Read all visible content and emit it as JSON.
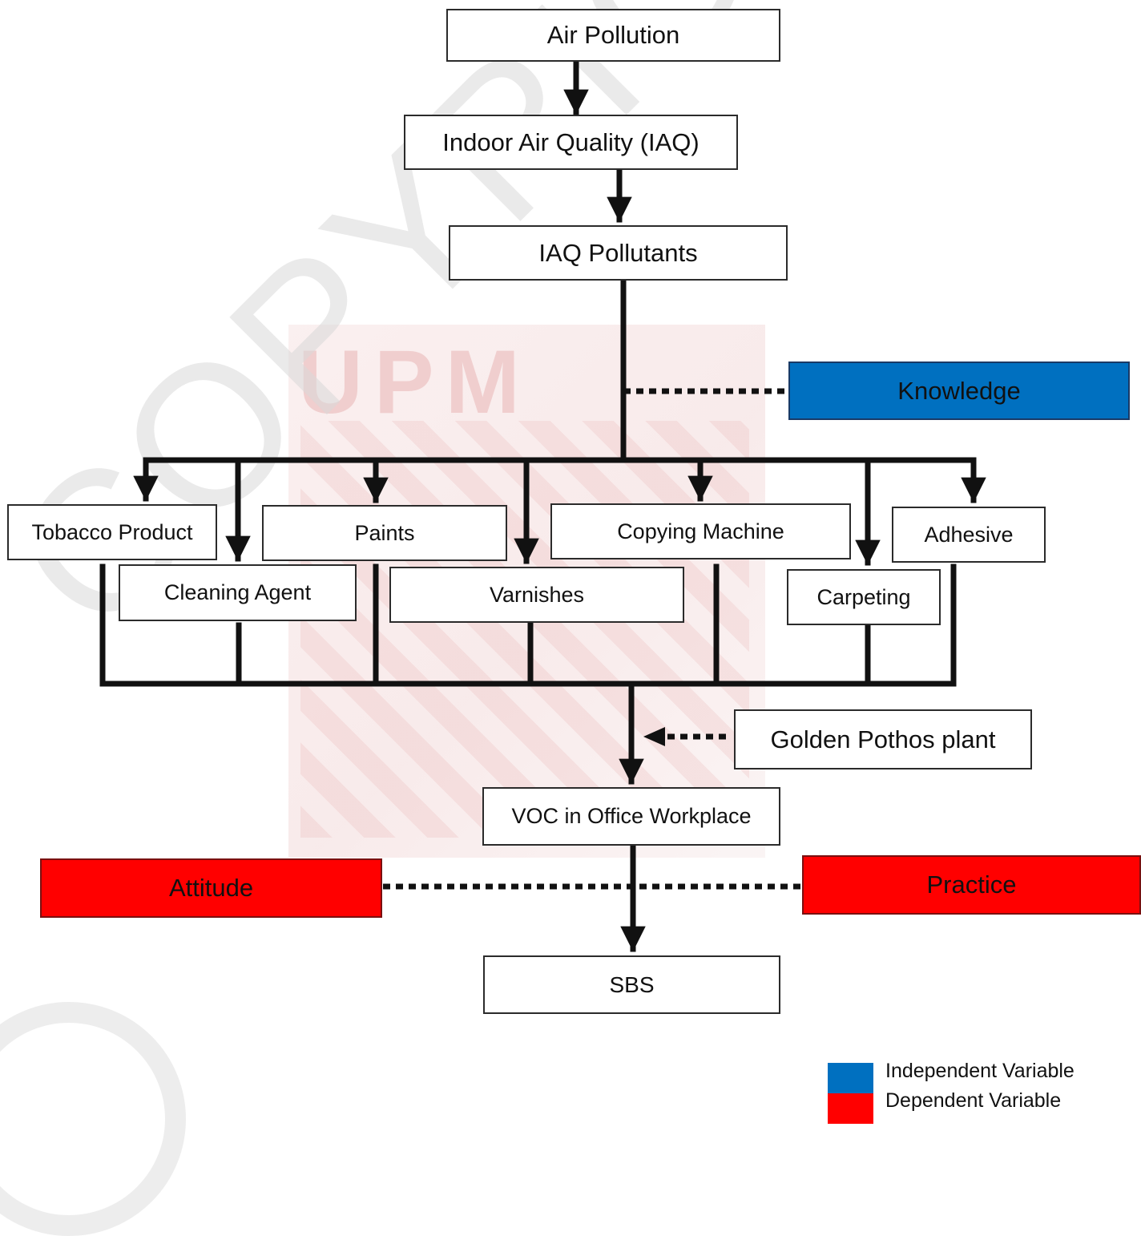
{
  "nodes": {
    "air_pollution": "Air Pollution",
    "iaq": "Indoor Air Quality (IAQ)",
    "iaq_pollutants": "IAQ Pollutants",
    "knowledge": "Knowledge",
    "tobacco_product": "Tobacco Product",
    "cleaning_agent": "Cleaning Agent",
    "paints": "Paints",
    "varnishes": "Varnishes",
    "copying_machine": "Copying Machine",
    "carpeting": "Carpeting",
    "adhesive": "Adhesive",
    "golden_pothos": "Golden Pothos plant",
    "voc": "VOC in Office Workplace",
    "attitude": "Attitude",
    "practice": "Practice",
    "sbs": "SBS"
  },
  "legend": {
    "independent_label": "Independent Variable",
    "dependent_label": "Dependent Variable",
    "independent_color": "#0070c0",
    "dependent_color": "#ff0000"
  },
  "watermark": {
    "logo_text": "UPM",
    "copyright_text": "COPYRIGHT UPM",
    "small_text": "UPM"
  }
}
